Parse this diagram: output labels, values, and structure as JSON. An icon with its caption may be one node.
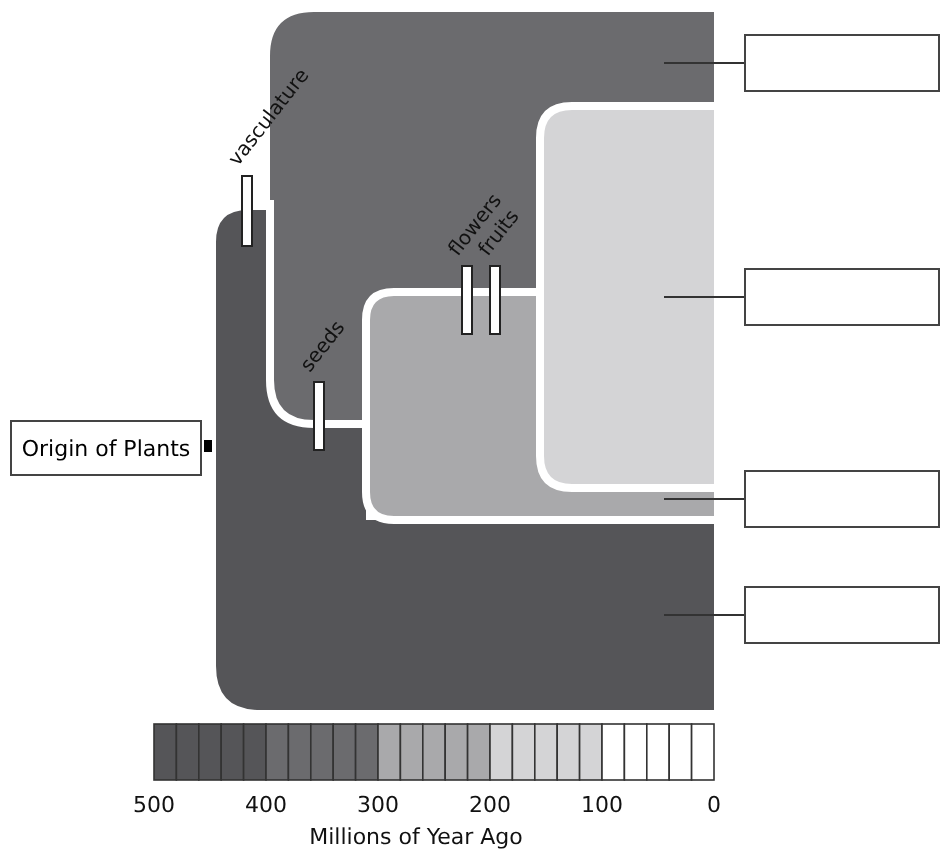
{
  "diagram": {
    "nodes": [
      {
        "text": [],
        "shape": "box"
      },
      {
        "text": [],
        "shape": "box"
      },
      {
        "text": [],
        "shape": "box"
      },
      {
        "text": [],
        "shape": "box"
      },
      {
        "text": [
          "Origin of Plants"
        ]
      },
      {
        "text": [],
        "shape": "box"
      },
      {
        "text": [],
        "shape": "box"
      },
      {
        "text": [],
        "shape": "box"
      },
      {
        "text": [],
        "shape": "box"
      }
    ],
    "edges": [
      {
        "from": 5,
        "to": 1,
        "arrow": "none"
      },
      {
        "from": 6,
        "to": 3,
        "arrow": "none"
      },
      {
        "from": 7,
        "to": 2,
        "arrow": "none"
      },
      {
        "from": 8,
        "to": 0,
        "arrow": "none"
      }
    ],
    "labels": [
      "vasculature",
      "seeds",
      "flowers",
      "fruits",
      "500",
      "400",
      "300",
      "200",
      "100",
      "0",
      "Millions of Year Ago"
    ]
  }
}
